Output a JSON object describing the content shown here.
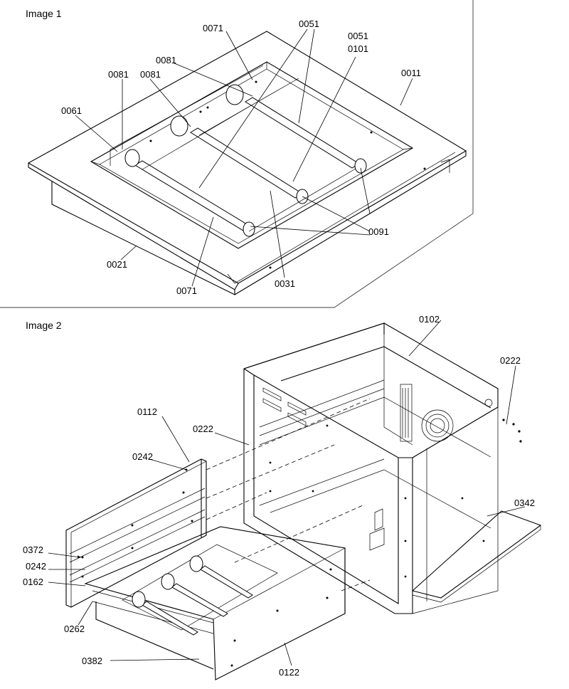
{
  "image1": {
    "title": "Image 1",
    "labels": {
      "l0071a": "0071",
      "l0051a": "0051",
      "l0051b": "0051",
      "l0101": "0101",
      "l0081a": "0081",
      "l0081b": "0081",
      "l0081c": "0081",
      "l0011": "0011",
      "l0061": "0061",
      "l0091": "0091",
      "l0021": "0021",
      "l0071b": "0071",
      "l0031": "0031"
    }
  },
  "image2": {
    "title": "Image 2",
    "labels": {
      "l0102": "0102",
      "l0222a": "0222",
      "l0222b": "0222",
      "l0112": "0112",
      "l0242a": "0242",
      "l0342": "0342",
      "l0372": "0372",
      "l0242b": "0242",
      "l0162": "0162",
      "l0262": "0262",
      "l0382": "0382",
      "l0122": "0122"
    }
  }
}
